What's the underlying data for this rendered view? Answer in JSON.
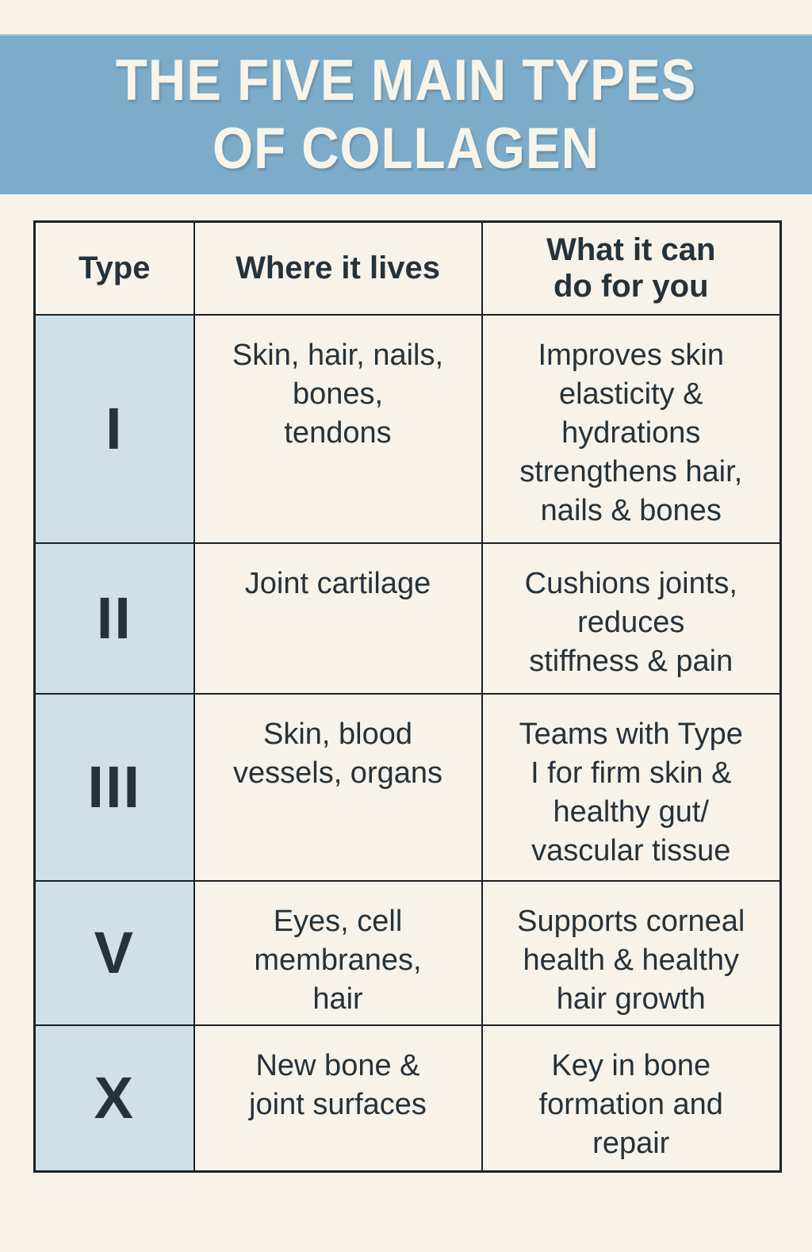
{
  "colors": {
    "page_background": "#f7f3ea",
    "banner_background": "#7cacca",
    "banner_text": "#f8f4e8",
    "type_column_background": "#cfe0ea",
    "table_border": "#1b2127",
    "body_text": "#25323b"
  },
  "header": {
    "title_line1": "THE FIVE MAIN TYPES",
    "title_line2": "OF COLLAGEN"
  },
  "table": {
    "columns": [
      "Type",
      "Where it lives",
      "What it can\ndo for you"
    ],
    "rows": [
      {
        "type": "I",
        "where": "Skin, hair, nails,\nbones,\ntendons",
        "what": "Improves skin\nelasticity &\nhydrations\nstrengthens hair,\nnails & bones"
      },
      {
        "type": "II",
        "where": "Joint cartilage",
        "what": "Cushions joints,\nreduces\nstiffness & pain"
      },
      {
        "type": "III",
        "where": "Skin, blood\nvessels, organs",
        "what": "Teams with Type\nI for firm skin &\nhealthy gut/\nvascular tissue"
      },
      {
        "type": "V",
        "where": "Eyes, cell\nmembranes,\nhair",
        "what": "Supports corneal\nhealth & healthy\nhair growth"
      },
      {
        "type": "X",
        "where": "New bone &\njoint surfaces",
        "what": "Key in bone\nformation and\nrepair"
      }
    ]
  }
}
